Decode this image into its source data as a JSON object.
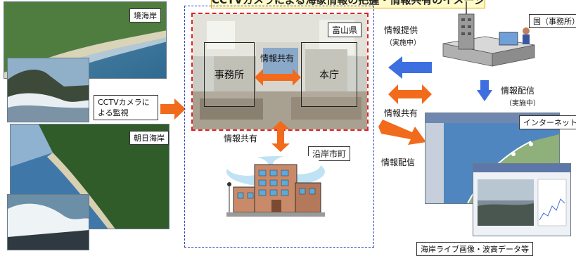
{
  "title": "CCTVカメラによる海象情報の把握・情報共有のイメージ",
  "photos": {
    "sakai_label": "境海岸",
    "asahi_label": "朝日海岸"
  },
  "cctv_label": "CCTVカメラによる監視",
  "toyama": {
    "label": "富山県",
    "office": "事務所",
    "hq": "本庁",
    "share": "情報共有"
  },
  "coastal": {
    "label": "沿岸市町",
    "share": "情報共有"
  },
  "national": {
    "label": "国（事務所）",
    "provide": "情報提供",
    "provide_status": "（実施中）",
    "distribute": "情報配信",
    "distribute_status": "（実施中）",
    "share": "情報共有"
  },
  "internet": {
    "label": "インターネット",
    "distribute": "情報配信",
    "caption": "海岸ライブ画像・波高データ等"
  },
  "colors": {
    "orange_arrow": "#f26a1b",
    "blue_arrow": "#3d6fe0",
    "region_border": "#2c3fb8",
    "pref_border": "#e02424"
  }
}
